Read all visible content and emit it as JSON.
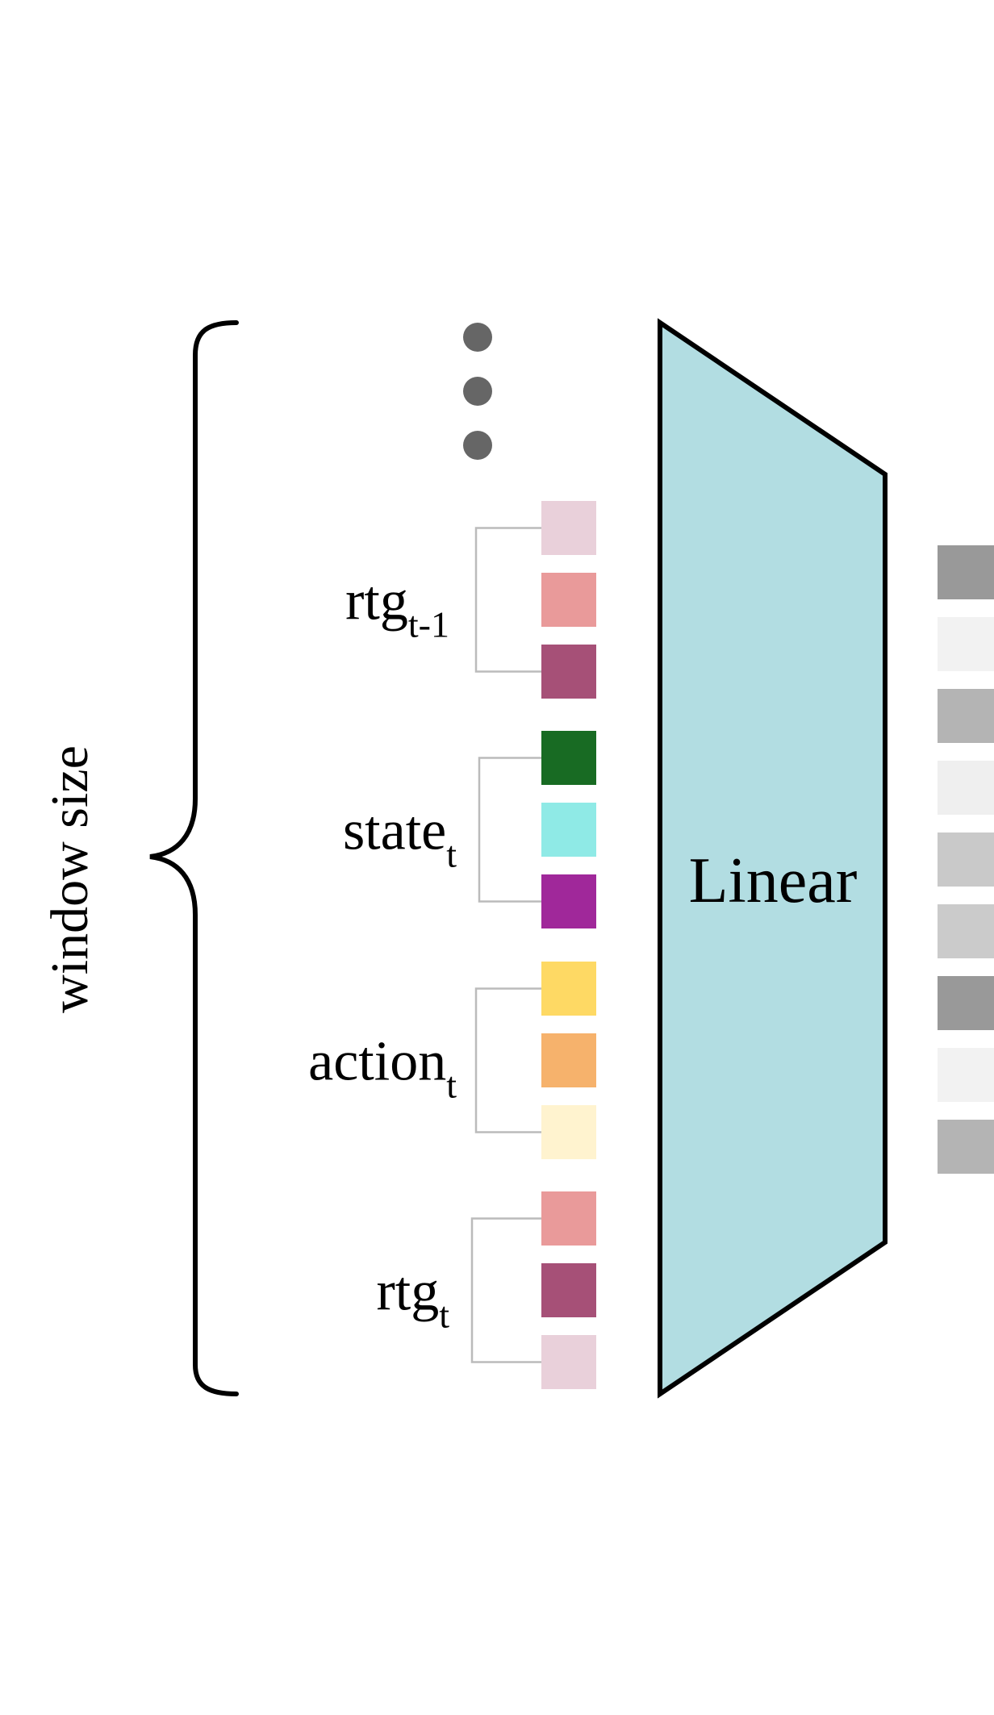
{
  "window_label": "window size",
  "linear": {
    "label": "Linear",
    "fill": "#b2dde2",
    "stroke": "#000000"
  },
  "ellipsis": {
    "icon": "vertical-ellipsis-dots",
    "color": "#666666",
    "count": 3
  },
  "groups": [
    {
      "id": "rtg-t-minus-1",
      "label": "rtg",
      "subscript": "t-1",
      "tokens": [
        "#e9d0da",
        "#e99a9a",
        "#a65077"
      ]
    },
    {
      "id": "state-t",
      "label": "state",
      "subscript": "t",
      "tokens": [
        "#186b23",
        "#8feae6",
        "#a0289a"
      ]
    },
    {
      "id": "action-t",
      "label": "action",
      "subscript": "t",
      "tokens": [
        "#fed964",
        "#f6b26c",
        "#fff3cf"
      ]
    },
    {
      "id": "rtg-t",
      "label": "rtg",
      "subscript": "t",
      "tokens": [
        "#e99a9a",
        "#a65077",
        "#e9d0da"
      ]
    }
  ],
  "outputs": [
    "#999999",
    "#f2f2f2",
    "#b4b4b4",
    "#efefef",
    "#c9c9c9",
    "#cbcbcb",
    "#999999",
    "#f2f2f2",
    "#b4b4b4"
  ],
  "colors": {
    "brace": "#000000",
    "connector": "#bbbbbb"
  }
}
